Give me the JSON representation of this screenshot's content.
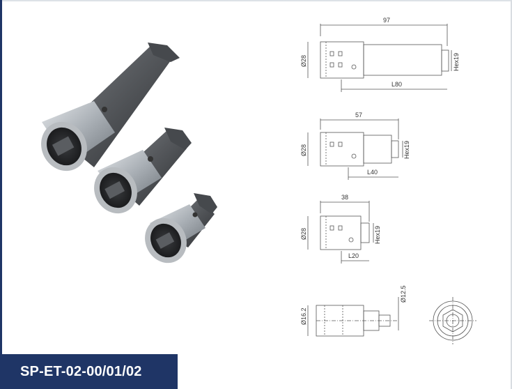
{
  "title": "SP-ET-02-00/01/02",
  "drawing": {
    "view1": {
      "overall_length": "97",
      "diameter": "Ø28",
      "hex": "Hex19",
      "length": "L80"
    },
    "view2": {
      "overall_length": "57",
      "diameter": "Ø28",
      "hex": "Hex19",
      "length": "L40"
    },
    "view3": {
      "overall_length": "38",
      "diameter": "Ø28",
      "hex": "Hex19",
      "length": "L20"
    },
    "view4": {
      "outer_diameter": "Ø16.2",
      "inner_diameter": "Ø12.5"
    }
  },
  "colors": {
    "title_bg": "#1f3566",
    "title_fg": "#ffffff",
    "metal_dark": "#4f5256",
    "metal_light": "#bfc4c9"
  }
}
